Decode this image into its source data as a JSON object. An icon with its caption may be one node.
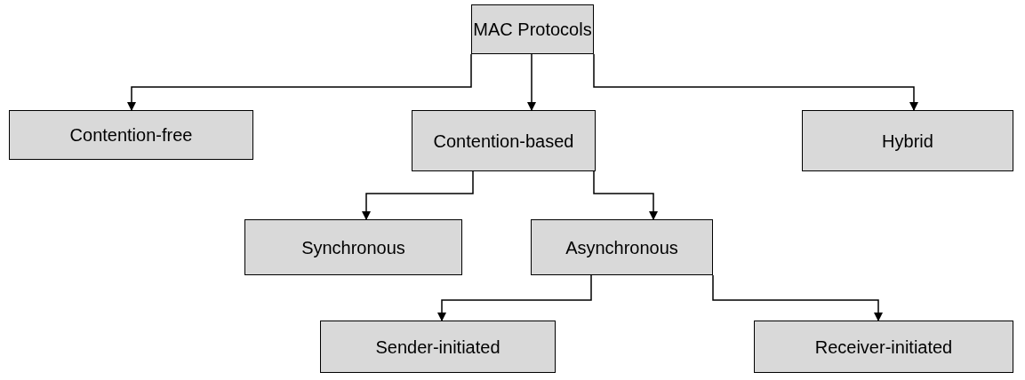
{
  "diagram": {
    "nodes": [
      {
        "text": [
          "MAC Protocols"
        ]
      },
      {
        "text": [
          "Contention-free"
        ]
      },
      {
        "text": [
          "Contention-based"
        ]
      },
      {
        "text": [
          "Hybrid"
        ]
      },
      {
        "text": [
          "Synchronous"
        ]
      },
      {
        "text": [
          "Asynchronous"
        ]
      },
      {
        "text": [
          "Sender-initiated"
        ]
      },
      {
        "text": [
          "Receiver-initiated"
        ]
      }
    ],
    "edges": [
      {
        "from": 0,
        "to": 1,
        "arrow": "to"
      },
      {
        "from": 0,
        "to": 2,
        "arrow": "to"
      },
      {
        "from": 0,
        "to": 3,
        "arrow": "to"
      },
      {
        "from": 2,
        "to": 4,
        "arrow": "to"
      },
      {
        "from": 2,
        "to": 5,
        "arrow": "to"
      },
      {
        "from": 5,
        "to": 6,
        "arrow": "to"
      },
      {
        "from": 5,
        "to": 7,
        "arrow": "to"
      }
    ]
  }
}
